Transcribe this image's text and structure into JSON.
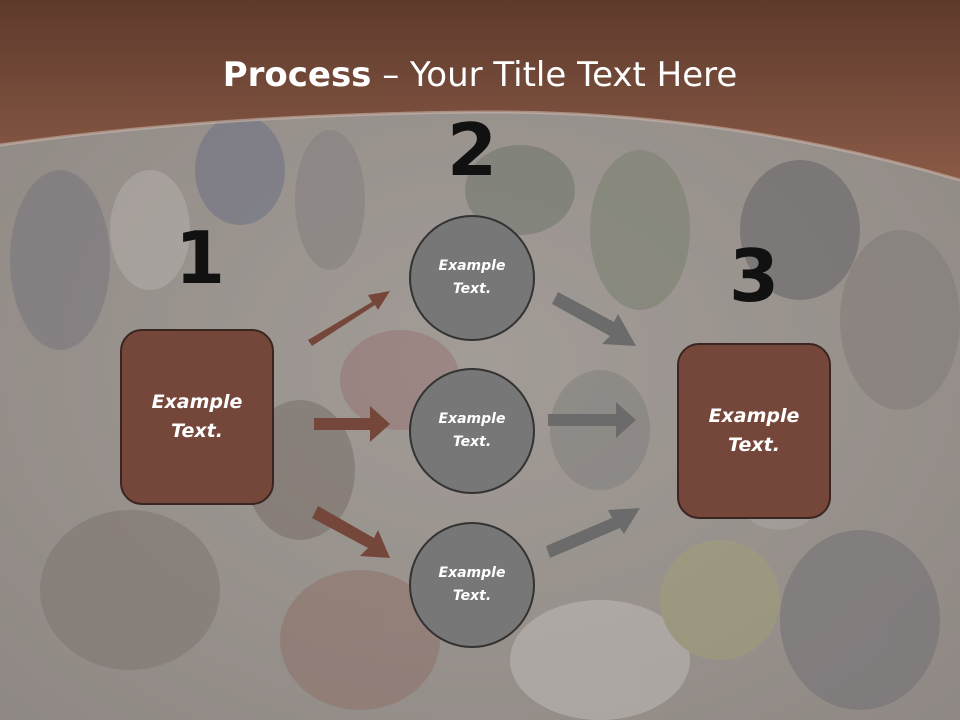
{
  "title": {
    "bold": "Process",
    "rest": " – Your Title Text Here"
  },
  "steps": [
    {
      "number": "1",
      "label": "Example Text."
    },
    {
      "number": "2"
    },
    {
      "number": "3",
      "label": "Example Text."
    }
  ],
  "circles": [
    {
      "label": "Example Text."
    },
    {
      "label": "Example Text."
    },
    {
      "label": "Example Text."
    }
  ],
  "colors": {
    "header": "#7a4a3a",
    "box": "#75473a",
    "circle": "#777777",
    "arrow_brown": "#75473a",
    "arrow_gray": "#6b6b6b"
  }
}
